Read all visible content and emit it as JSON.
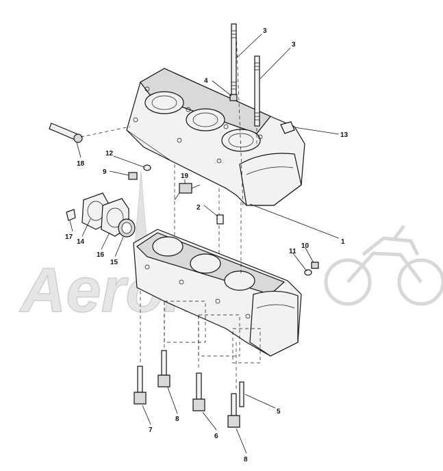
{
  "watermark": "Aeromo",
  "callouts": [
    {
      "id": "c1",
      "label": "1"
    },
    {
      "id": "c2",
      "label": "2"
    },
    {
      "id": "c3a",
      "label": "3"
    },
    {
      "id": "c3b",
      "label": "3"
    },
    {
      "id": "c4",
      "label": "4"
    },
    {
      "id": "c5",
      "label": "5"
    },
    {
      "id": "c6",
      "label": "6"
    },
    {
      "id": "c7",
      "label": "7"
    },
    {
      "id": "c8a",
      "label": "8"
    },
    {
      "id": "c8b",
      "label": "8"
    },
    {
      "id": "c9",
      "label": "9"
    },
    {
      "id": "c10",
      "label": "10"
    },
    {
      "id": "c11",
      "label": "11"
    },
    {
      "id": "c12",
      "label": "12"
    },
    {
      "id": "c13",
      "label": "13"
    },
    {
      "id": "c14",
      "label": "14"
    },
    {
      "id": "c15",
      "label": "15"
    },
    {
      "id": "c16",
      "label": "16"
    },
    {
      "id": "c17",
      "label": "17"
    },
    {
      "id": "c18",
      "label": "18"
    },
    {
      "id": "c19",
      "label": "19"
    }
  ]
}
